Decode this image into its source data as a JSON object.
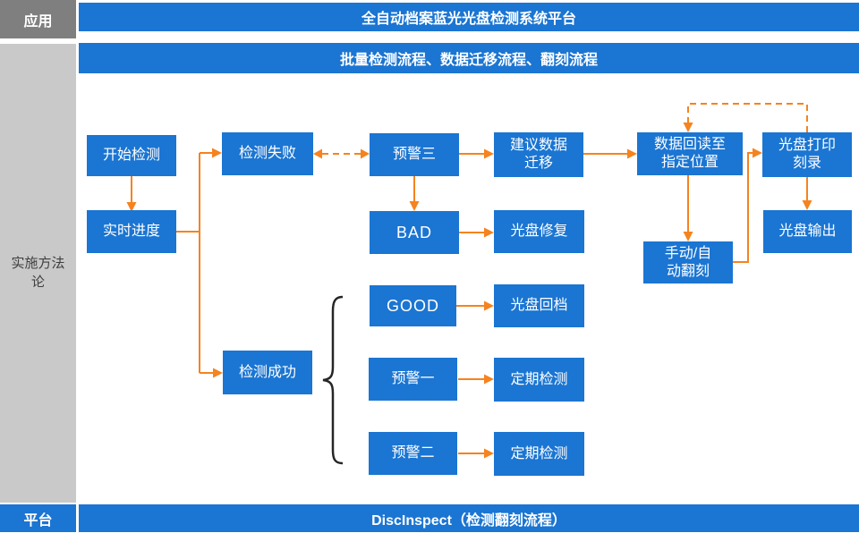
{
  "colors": {
    "accent_blue": "#1b75d2",
    "arrow_orange": "#f5831f",
    "rail_dark_gray": "#7f7f7f",
    "rail_light_gray": "#c9c9c9",
    "brace_black": "#262626"
  },
  "left_rail": {
    "top": "应用",
    "middle": "实施方法\n论",
    "bottom": "平台"
  },
  "bars": {
    "title": "全自动档案蓝光光盘检测系统平台",
    "subtitle": "批量检测流程、数据迁移流程、翻刻流程",
    "footer": "DiscInspect（检测翻刻流程）"
  },
  "nodes": {
    "start": "开始检测",
    "progress": "实时进度",
    "fail": "检测失败",
    "warn3": "预警三",
    "migrate": "建议数据\n迁移",
    "readback": "数据回读至\n指定位置",
    "print": "光盘打印\n刻录",
    "bad": "BAD",
    "repair": "光盘修复",
    "output": "光盘输出",
    "manual": "手动/自\n动翻刻",
    "success": "检测成功",
    "good": "GOOD",
    "archive": "光盘回档",
    "warn1": "预警一",
    "periodic1": "定期检测",
    "warn2": "预警二",
    "periodic2": "定期检测"
  }
}
